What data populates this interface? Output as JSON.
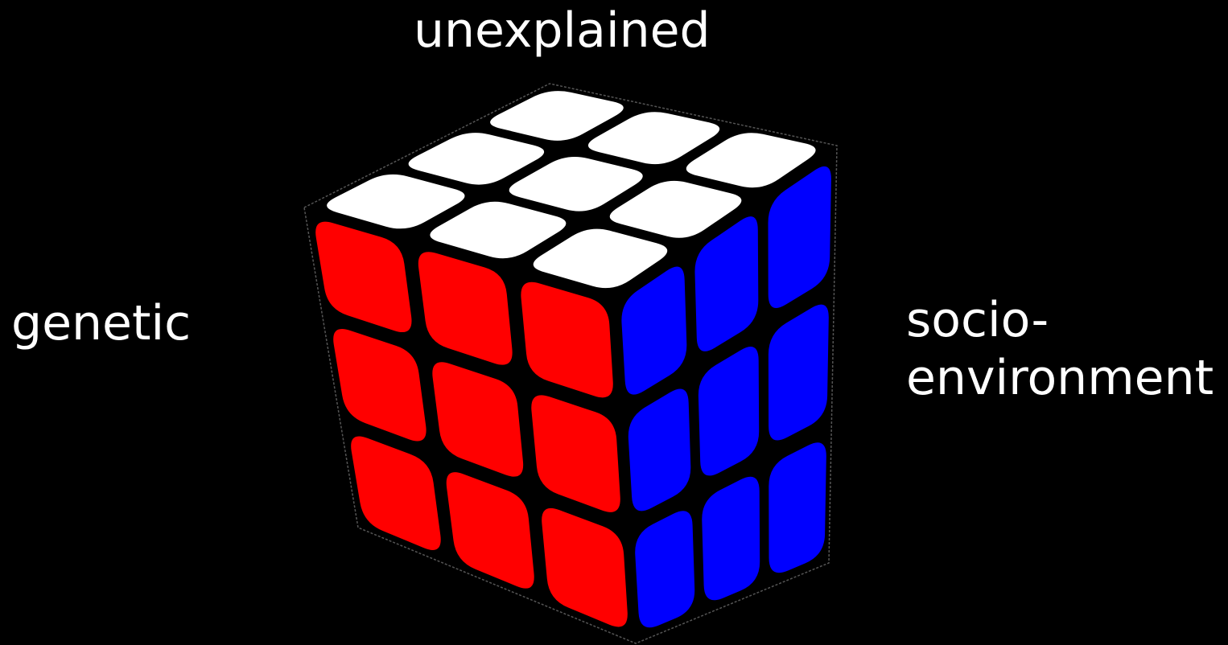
{
  "labels": {
    "top": "unexplained",
    "left": "genetic",
    "right_line1": "socio-",
    "right_line2": "environment"
  },
  "cube": {
    "faces": {
      "top": {
        "color": "#ffffff"
      },
      "left": {
        "color": "#ff0000"
      },
      "right": {
        "color": "#0000ff"
      }
    },
    "grid": 3,
    "body_color": "#000000",
    "edge_color": "#555555"
  }
}
